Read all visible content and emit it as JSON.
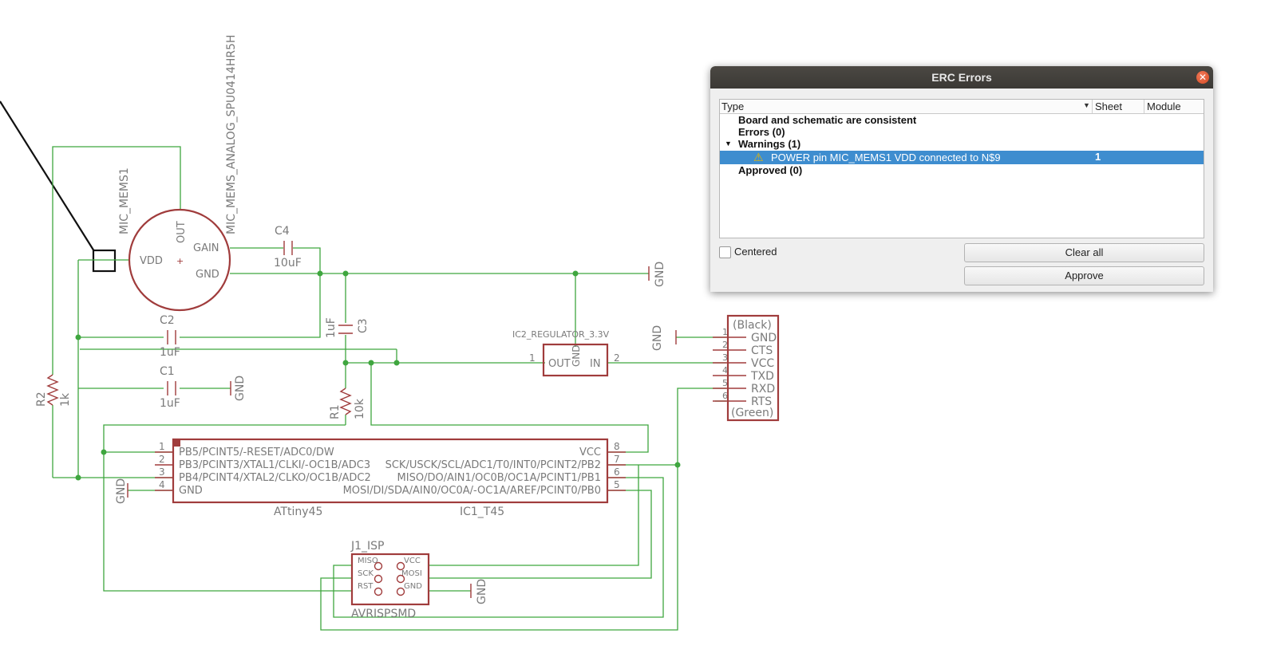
{
  "schematic": {
    "labels": {
      "mic_part": "MIC_MEMS1",
      "mic_value": "MIC_MEMS_ANALOG_SPU0414HR5H",
      "mic_out": "OUT",
      "mic_vdd": "VDD",
      "mic_gain": "GAIN",
      "mic_gnd": "GND",
      "c4": "C4",
      "c4_val": "10uF",
      "c2": "C2",
      "c2_val": "1uF",
      "c1": "C1",
      "c1_val": "1uF",
      "c3": "C3",
      "c3_val": "1uF",
      "r2": "R2",
      "r2_val": "1k",
      "r1": "R1",
      "r1_val": "10k",
      "gnd": "GND",
      "reg_name": "IC2_REGULATOR_3.3V",
      "reg_out": "OUT",
      "reg_in": "IN",
      "reg_gnd": "GND",
      "reg_pin1": "1",
      "reg_pin2": "2",
      "ftdi_black": "(Black)",
      "ftdi_gnd": "GND",
      "ftdi_cts": "CTS",
      "ftdi_vcc": "VCC",
      "ftdi_txd": "TXD",
      "ftdi_rxd": "RXD",
      "ftdi_rts": "RTS",
      "ftdi_green": "(Green)",
      "mcu_pb5": "PB5/PCINT5/-RESET/ADC0/DW",
      "mcu_pb3": "PB3/PCINT3/XTAL1/CLKI/-OC1B/ADC3",
      "mcu_pb4": "PB4/PCINT4/XTAL2/CLKO/OC1B/ADC2",
      "mcu_gnd": "GND",
      "mcu_vcc": "VCC",
      "mcu_pb2": "SCK/USCK/SCL/ADC1/T0/INT0/PCINT2/PB2",
      "mcu_pb1": "MISO/DO/AIN1/OC0B/OC1A/PCINT1/PB1",
      "mcu_pb0": "MOSI/DI/SDA/AIN0/OC0A/-OC1A/AREF/PCINT0/PB0",
      "mcu_value": "ATtiny45",
      "mcu_name": "IC1_T45",
      "isp_name": "J1_ISP",
      "isp_value": "AVRISPSMD",
      "isp_miso": "MISO",
      "isp_sck": "SCK",
      "isp_rst": "RST",
      "isp_vcc": "VCC",
      "isp_mosi": "MOSI",
      "isp_gnd": "GND"
    },
    "colors": {
      "wire": "#3fa63f",
      "part": "#a03c3c",
      "text": "#7a7a7a"
    }
  },
  "dialog": {
    "title": "ERC Errors",
    "columns": {
      "type": "Type",
      "sheet": "Sheet",
      "module": "Module"
    },
    "rows": {
      "consistent": "Board and schematic are consistent",
      "errors": "Errors (0)",
      "warnings": "Warnings (1)",
      "warning_item": "POWER pin MIC_MEMS1 VDD connected to N$9",
      "warning_sheet": "1",
      "approved": "Approved (0)"
    },
    "centered_label": "Centered",
    "clear_all_label": "Clear all",
    "approve_label": "Approve",
    "selected_color": "#3e8dcf"
  }
}
